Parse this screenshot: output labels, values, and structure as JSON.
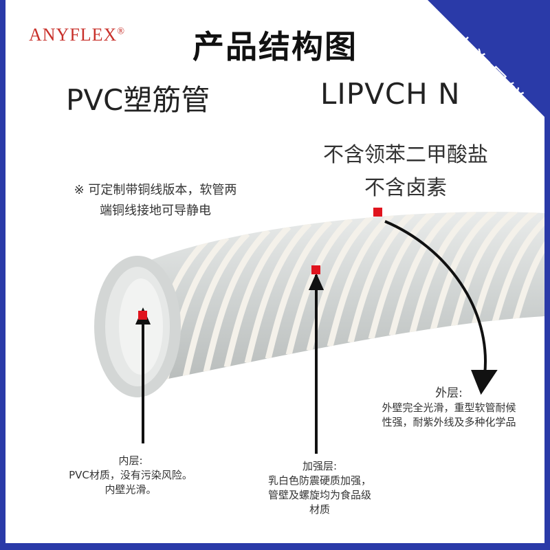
{
  "brand": {
    "name": "ANYFLEX",
    "mark": "®"
  },
  "title": "产品结构图",
  "product_name_cn": "PVC塑筋管",
  "product_code": "LIPVCH N",
  "corner_badge": "上海恩锐",
  "claims": [
    "不含领苯二甲酸盐",
    "不含卤素"
  ],
  "note": {
    "line1": "※ 可定制带铜线版本，软管两",
    "line2": "端铜线接地可导静电"
  },
  "layers": {
    "inner": {
      "title": "内层:",
      "line1": "PVC材质，没有污染风险。",
      "line2": "内壁光滑。"
    },
    "reinforce": {
      "title": "加强层:",
      "line1": "乳白色防震硬质加强，",
      "line2": "管壁及螺旋均为食品级",
      "line3": "材质"
    },
    "outer": {
      "title": "外层:",
      "line1": "外壁完全光滑，重型软管耐候",
      "line2": "性强，耐紫外线及多种化学品"
    }
  },
  "colors": {
    "frame": "#2a3aa8",
    "brand": "#c8302a",
    "marker": "#e0141e"
  }
}
